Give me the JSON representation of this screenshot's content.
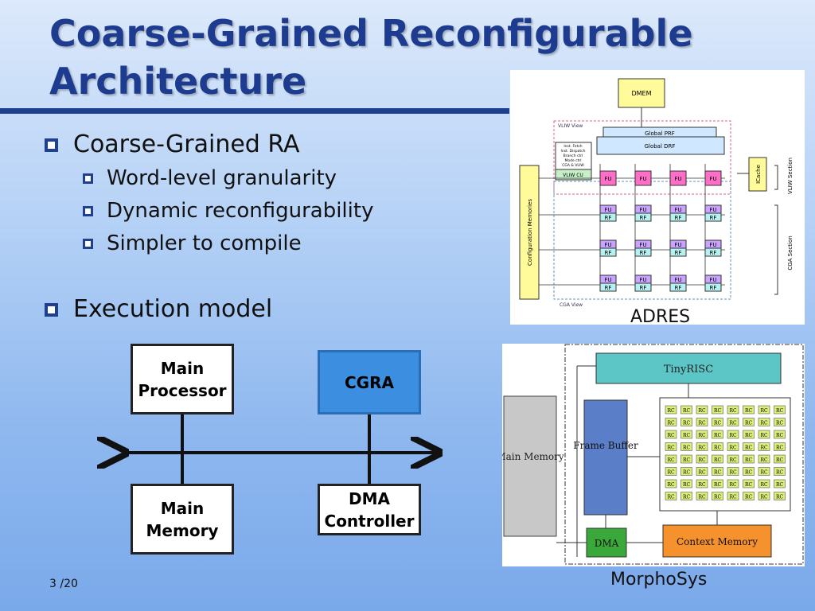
{
  "title": "Coarse-Grained Reconfigurable Architecture",
  "bullets": {
    "b1": "Coarse-Grained RA",
    "sub": [
      "Word-level granularity",
      "Dynamic reconfigurability",
      "Simpler to compile"
    ],
    "b2": "Execution model"
  },
  "exec_model": {
    "main_processor": "Main Processor",
    "cgra": "CGRA",
    "main_memory": "Main Memory",
    "dma_controller": "DMA Controller",
    "colors": {
      "cgra_fill": "#3c8fe0",
      "box_border": "#222222"
    }
  },
  "adres": {
    "caption": "ADRES",
    "dmem": "DMEM",
    "global_prf": "Global PRF",
    "global_drf": "Global DRF",
    "vliw_view": "VLIW View",
    "cga_view": "CGA View",
    "control_lines": [
      "Inst. Fetch",
      "Inst. Dispatch",
      "Branch ctrl",
      "Mode ctrl",
      "CGA & VLIW"
    ],
    "vliw_cu": "VLIW CU",
    "fu": "FU",
    "rf": "RF",
    "config_memories": "Configuration Memories",
    "icache": "ICache",
    "vliw_section": "VLIW Section",
    "cga_section": "CGA Section"
  },
  "morphosys": {
    "caption": "MorphoSys",
    "tinyrisc": "TinyRISC",
    "main_memory": "Main Memory",
    "frame_buffer": "Frame Buffer",
    "rc": "RC",
    "dma": "DMA",
    "context_memory": "Context Memory"
  },
  "page_number": "3 /20"
}
